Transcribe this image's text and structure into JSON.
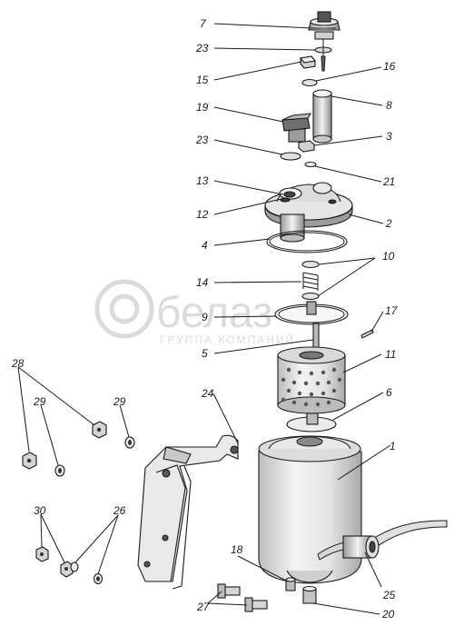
{
  "watermark": {
    "main": "белаз",
    "sub": "ГРУППА КОМПАНИЙ"
  },
  "corner_mark": "­",
  "callouts": [
    "7",
    "23",
    "15",
    "16",
    "8",
    "19",
    "3",
    "23",
    "21",
    "13",
    "12",
    "2",
    "4",
    "10",
    "14",
    "9",
    "17",
    "5",
    "11",
    "6",
    "24",
    "1",
    "28",
    "29",
    "29",
    "30",
    "26",
    "18",
    "27",
    "25",
    "20"
  ],
  "colors": {
    "ink": "#1a1a1a",
    "light": "#ececec",
    "mid": "#cfcfcf",
    "dark": "#8a8a8a",
    "watermark": "#d8d8d8"
  }
}
